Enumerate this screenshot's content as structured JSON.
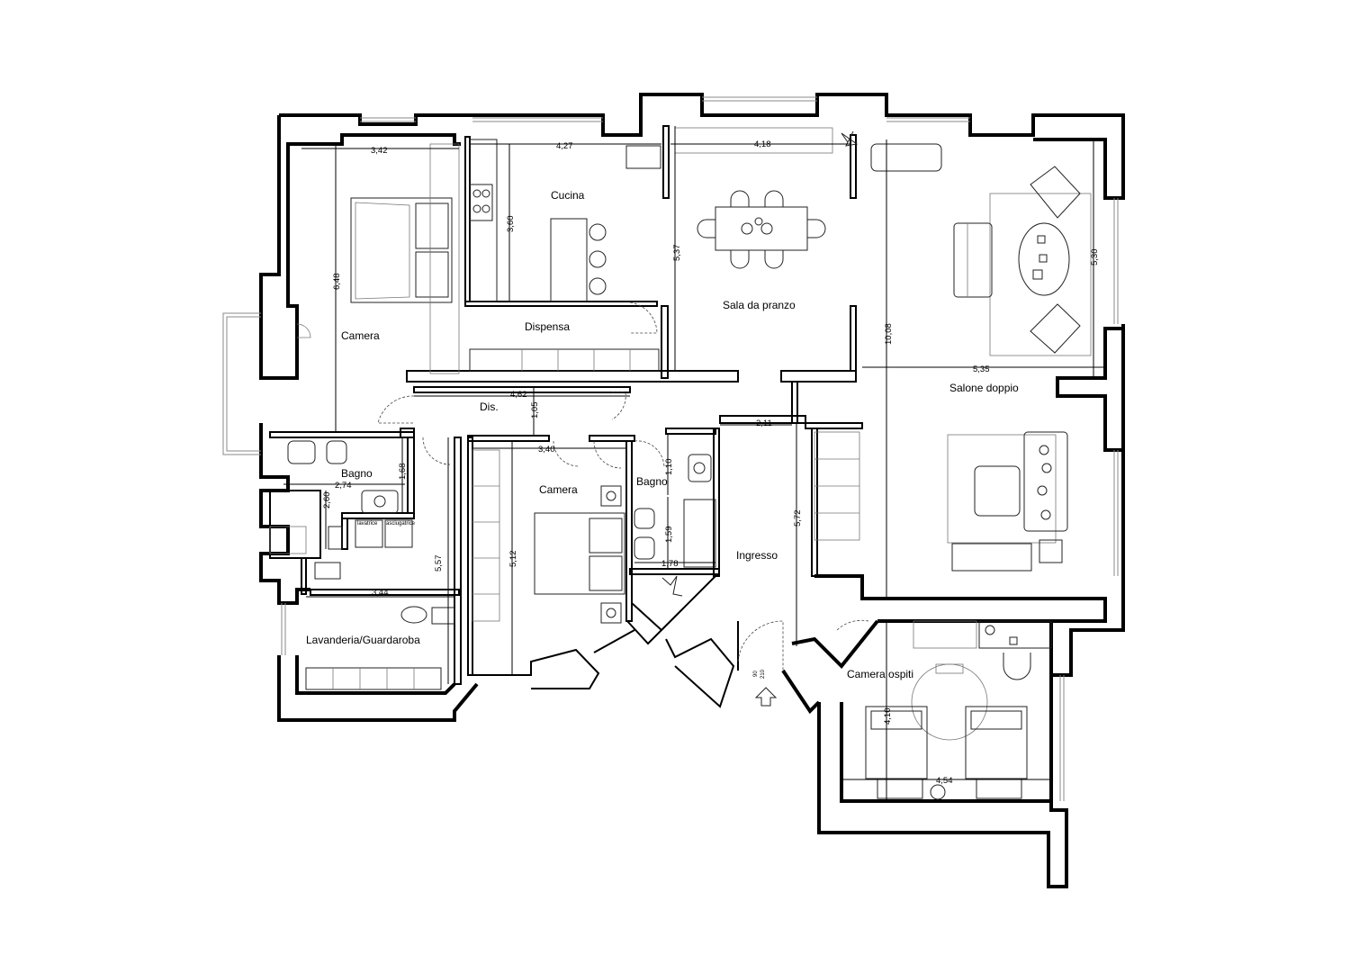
{
  "rooms": {
    "camera_nw": "Camera",
    "cucina": "Cucina",
    "dispensa": "Dispensa",
    "sala_pranzo": "Sala da pranzo",
    "salone": "Salone doppio",
    "dis": "Dis.",
    "bagno_w": "Bagno",
    "camera_c": "Camera",
    "bagno_c": "Bagno",
    "ingresso": "Ingresso",
    "lavanderia": "Lavanderia/Guardaroba",
    "camera_ospiti": "Camera ospiti"
  },
  "dims": {
    "d342": "3,42",
    "d427": "4,27",
    "d418": "4,18",
    "d648": "6,48",
    "d360": "3,60",
    "d537": "5,37",
    "d530": "5,30",
    "d1008": "10,08",
    "d535": "5,35",
    "d462": "4,62",
    "d105": "1,05",
    "d211": "2,11",
    "d340": "3,40",
    "d110": "1,10",
    "d168": "1,68",
    "d274": "2,74",
    "d260": "2,60",
    "d557": "5,57",
    "d512": "5,12",
    "d159": "1,59",
    "d178": "1,78",
    "d572": "5,72",
    "d344": "3,44",
    "d410": "4,10",
    "d454": "4,54",
    "door_w": "90",
    "door_h": "210"
  },
  "appliances": {
    "lavatrice": "lavatrice",
    "asciugatrice": "asciugatrice"
  }
}
